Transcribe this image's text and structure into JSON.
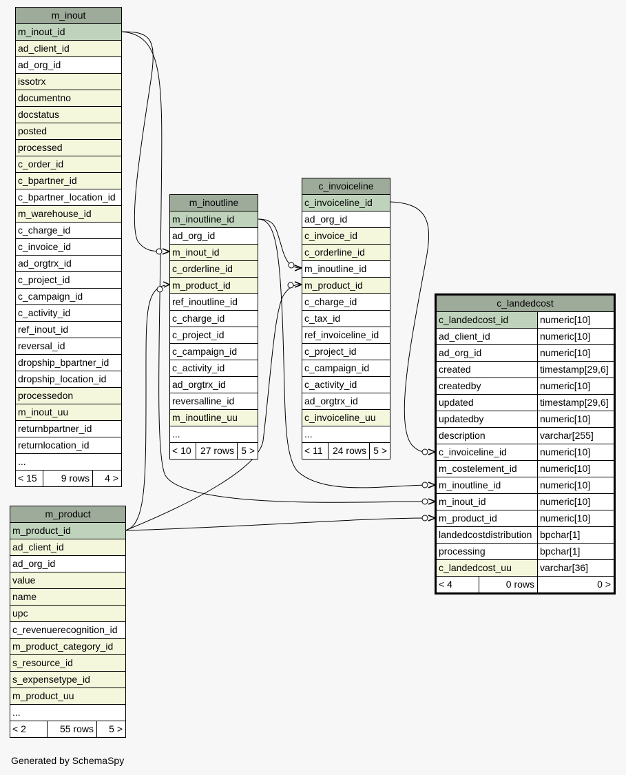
{
  "tables": [
    {
      "id": "m_inout",
      "name": "m_inout",
      "two_col": false,
      "columns": [
        {
          "name": "m_inout_id",
          "kind": "pk"
        },
        {
          "name": "ad_client_id",
          "kind": "fk"
        },
        {
          "name": "ad_org_id",
          "kind": "plain"
        },
        {
          "name": "issotrx",
          "kind": "fk"
        },
        {
          "name": "documentno",
          "kind": "fk"
        },
        {
          "name": "docstatus",
          "kind": "fk"
        },
        {
          "name": "posted",
          "kind": "fk"
        },
        {
          "name": "processed",
          "kind": "fk"
        },
        {
          "name": "c_order_id",
          "kind": "fk"
        },
        {
          "name": "c_bpartner_id",
          "kind": "fk"
        },
        {
          "name": "c_bpartner_location_id",
          "kind": "plain"
        },
        {
          "name": "m_warehouse_id",
          "kind": "fk"
        },
        {
          "name": "c_charge_id",
          "kind": "plain"
        },
        {
          "name": "c_invoice_id",
          "kind": "plain"
        },
        {
          "name": "ad_orgtrx_id",
          "kind": "plain"
        },
        {
          "name": "c_project_id",
          "kind": "plain"
        },
        {
          "name": "c_campaign_id",
          "kind": "plain"
        },
        {
          "name": "c_activity_id",
          "kind": "plain"
        },
        {
          "name": "ref_inout_id",
          "kind": "plain"
        },
        {
          "name": "reversal_id",
          "kind": "plain"
        },
        {
          "name": "dropship_bpartner_id",
          "kind": "plain"
        },
        {
          "name": "dropship_location_id",
          "kind": "plain"
        },
        {
          "name": "processedon",
          "kind": "fk"
        },
        {
          "name": "m_inout_uu",
          "kind": "fk"
        },
        {
          "name": "returnbpartner_id",
          "kind": "plain"
        },
        {
          "name": "returnlocation_id",
          "kind": "plain"
        },
        {
          "name": "...",
          "kind": "plain"
        }
      ],
      "footer": [
        "< 15",
        "9 rows",
        "4 >"
      ]
    },
    {
      "id": "m_inoutline",
      "name": "m_inoutline",
      "two_col": false,
      "columns": [
        {
          "name": "m_inoutline_id",
          "kind": "pk"
        },
        {
          "name": "ad_org_id",
          "kind": "plain"
        },
        {
          "name": "m_inout_id",
          "kind": "fk"
        },
        {
          "name": "c_orderline_id",
          "kind": "fk"
        },
        {
          "name": "m_product_id",
          "kind": "fk"
        },
        {
          "name": "ref_inoutline_id",
          "kind": "plain"
        },
        {
          "name": "c_charge_id",
          "kind": "plain"
        },
        {
          "name": "c_project_id",
          "kind": "plain"
        },
        {
          "name": "c_campaign_id",
          "kind": "plain"
        },
        {
          "name": "c_activity_id",
          "kind": "plain"
        },
        {
          "name": "ad_orgtrx_id",
          "kind": "plain"
        },
        {
          "name": "reversalline_id",
          "kind": "plain"
        },
        {
          "name": "m_inoutline_uu",
          "kind": "fk"
        },
        {
          "name": "...",
          "kind": "plain"
        }
      ],
      "footer": [
        "< 10",
        "27 rows",
        "5 >"
      ]
    },
    {
      "id": "c_invoiceline",
      "name": "c_invoiceline",
      "two_col": false,
      "columns": [
        {
          "name": "c_invoiceline_id",
          "kind": "pk"
        },
        {
          "name": "ad_org_id",
          "kind": "plain"
        },
        {
          "name": "c_invoice_id",
          "kind": "fk"
        },
        {
          "name": "c_orderline_id",
          "kind": "fk"
        },
        {
          "name": "m_inoutline_id",
          "kind": "plain"
        },
        {
          "name": "m_product_id",
          "kind": "fk"
        },
        {
          "name": "c_charge_id",
          "kind": "plain"
        },
        {
          "name": "c_tax_id",
          "kind": "plain"
        },
        {
          "name": "ref_invoiceline_id",
          "kind": "plain"
        },
        {
          "name": "c_project_id",
          "kind": "plain"
        },
        {
          "name": "c_campaign_id",
          "kind": "plain"
        },
        {
          "name": "c_activity_id",
          "kind": "plain"
        },
        {
          "name": "ad_orgtrx_id",
          "kind": "plain"
        },
        {
          "name": "c_invoiceline_uu",
          "kind": "fk"
        },
        {
          "name": "...",
          "kind": "plain"
        }
      ],
      "footer": [
        "< 11",
        "24 rows",
        "5 >"
      ]
    },
    {
      "id": "m_product",
      "name": "m_product",
      "two_col": false,
      "columns": [
        {
          "name": "m_product_id",
          "kind": "pk"
        },
        {
          "name": "ad_client_id",
          "kind": "fk"
        },
        {
          "name": "ad_org_id",
          "kind": "plain"
        },
        {
          "name": "value",
          "kind": "fk"
        },
        {
          "name": "name",
          "kind": "fk"
        },
        {
          "name": "upc",
          "kind": "fk"
        },
        {
          "name": "c_revenuerecognition_id",
          "kind": "plain"
        },
        {
          "name": "m_product_category_id",
          "kind": "fk"
        },
        {
          "name": "s_resource_id",
          "kind": "fk"
        },
        {
          "name": "s_expensetype_id",
          "kind": "fk"
        },
        {
          "name": "m_product_uu",
          "kind": "fk"
        },
        {
          "name": "...",
          "kind": "plain"
        }
      ],
      "footer": [
        "< 2",
        "55 rows",
        "5 >"
      ]
    },
    {
      "id": "c_landedcost",
      "name": "c_landedcost",
      "two_col": true,
      "columns": [
        {
          "name": "c_landedcost_id",
          "type": "numeric[10]",
          "kind": "pk"
        },
        {
          "name": "ad_client_id",
          "type": "numeric[10]",
          "kind": "plain"
        },
        {
          "name": "ad_org_id",
          "type": "numeric[10]",
          "kind": "plain"
        },
        {
          "name": "created",
          "type": "timestamp[29,6]",
          "kind": "plain"
        },
        {
          "name": "createdby",
          "type": "numeric[10]",
          "kind": "plain"
        },
        {
          "name": "updated",
          "type": "timestamp[29,6]",
          "kind": "plain"
        },
        {
          "name": "updatedby",
          "type": "numeric[10]",
          "kind": "plain"
        },
        {
          "name": "description",
          "type": "varchar[255]",
          "kind": "plain"
        },
        {
          "name": "c_invoiceline_id",
          "type": "numeric[10]",
          "kind": "plain"
        },
        {
          "name": "m_costelement_id",
          "type": "numeric[10]",
          "kind": "plain"
        },
        {
          "name": "m_inoutline_id",
          "type": "numeric[10]",
          "kind": "plain"
        },
        {
          "name": "m_inout_id",
          "type": "numeric[10]",
          "kind": "plain"
        },
        {
          "name": "m_product_id",
          "type": "numeric[10]",
          "kind": "plain"
        },
        {
          "name": "landedcostdistribution",
          "type": "bpchar[1]",
          "kind": "plain"
        },
        {
          "name": "processing",
          "type": "bpchar[1]",
          "kind": "plain"
        },
        {
          "name": "c_landedcost_uu",
          "type": "varchar[36]",
          "kind": "fk"
        }
      ],
      "footer": [
        "< 4",
        "0 rows",
        "0 >"
      ]
    }
  ],
  "footer_text": "Generated by SchemaSpy"
}
